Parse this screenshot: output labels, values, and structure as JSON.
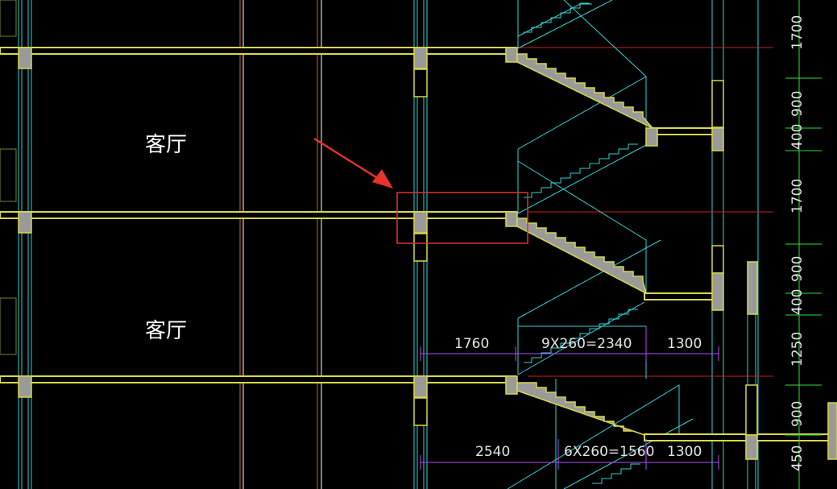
{
  "colors": {
    "background": "#000000",
    "wall": "#d8d84a",
    "cut_fill": "#9a9a9a",
    "stair_outline": "#2fd4d4",
    "dim_line": "#b44cff",
    "grid_tick": "#2ee02e",
    "red_line": "#cc2020",
    "highlight_box": "#e0362c",
    "arrow": "#e8332a"
  },
  "room_labels": [
    "客厅",
    "客厅"
  ],
  "right_dimensions": [
    "1700",
    "900",
    "400",
    "1700",
    "900",
    "400",
    "1250",
    "900",
    "450"
  ],
  "stair_dimensions_upper": [
    "1760",
    "9X260=2340",
    "1300"
  ],
  "stair_dimensions_lower": [
    "2540",
    "6X260=1560",
    "1300"
  ],
  "annotation": {
    "arrow_icon": "arrow-icon",
    "highlight": "highlight-box"
  }
}
